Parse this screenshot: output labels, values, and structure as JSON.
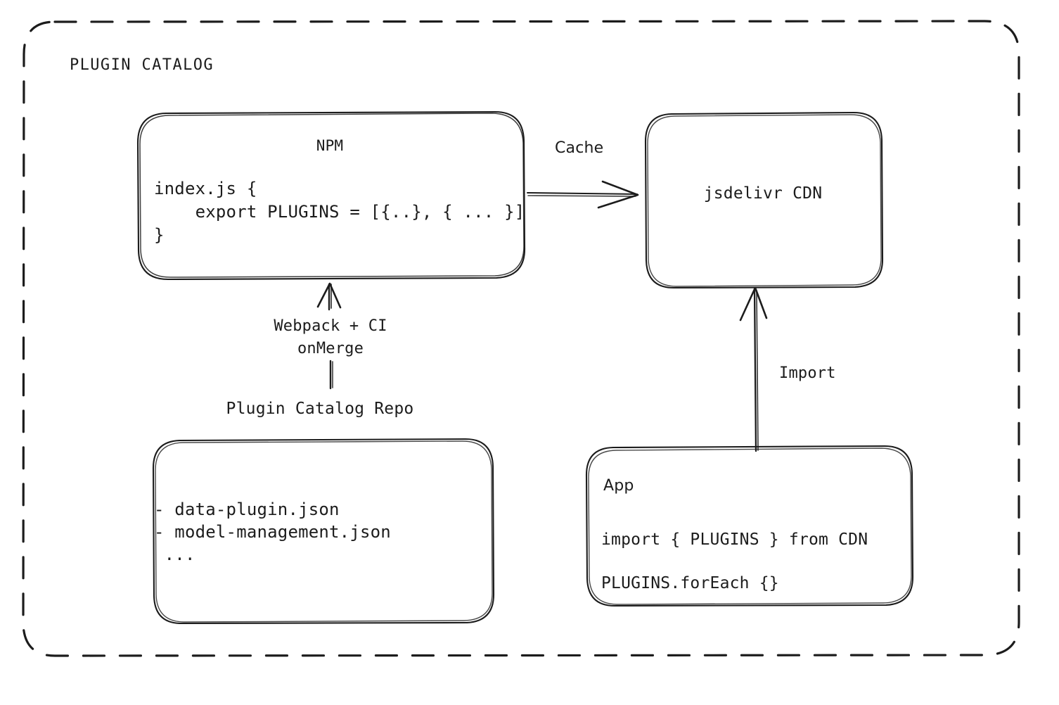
{
  "diagram": {
    "title": "PLUGIN CATALOG",
    "background_color": "#ffffff",
    "stroke_color": "#1c1c1c",
    "style": "hand-drawn"
  },
  "nodes": {
    "npm": {
      "title": "NPM",
      "code_line_1": "index.js {",
      "code_line_2": "    export PLUGINS = [{..}, { ... }]",
      "code_line_3": "}"
    },
    "cdn": {
      "title": "jsdelivr CDN"
    },
    "repo": {
      "title": "Plugin Catalog Repo",
      "items": [
        "- data-plugin.json",
        "- model-management.json",
        " ..."
      ]
    },
    "app": {
      "title": "App",
      "code_line_1": "import { PLUGINS } from CDN",
      "code_line_2": "PLUGINS.forEach {}"
    }
  },
  "edges": {
    "npm_to_cdn": {
      "label": "Cache",
      "from": "npm",
      "to": "cdn",
      "direction": "right"
    },
    "repo_to_npm": {
      "label_line_1": "Webpack + CI",
      "label_line_2": "onMerge",
      "from": "repo",
      "to": "npm",
      "direction": "up"
    },
    "app_to_cdn": {
      "label": "Import",
      "from": "app",
      "to": "cdn",
      "direction": "up"
    }
  }
}
